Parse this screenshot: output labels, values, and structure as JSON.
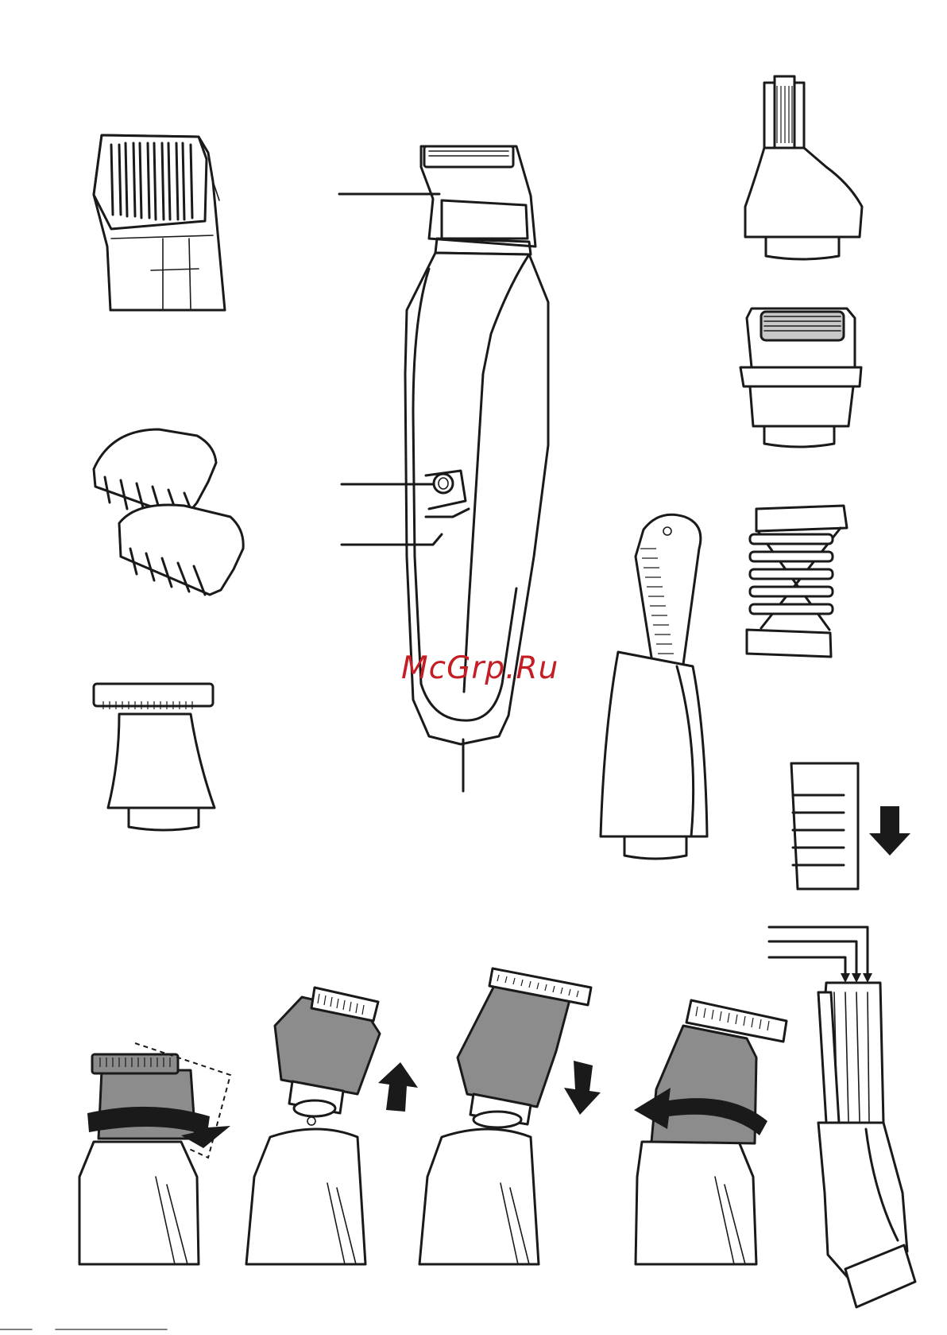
{
  "document": {
    "watermark": "McGrp.Ru"
  },
  "colors": {
    "line": "#1a1a1a",
    "grey_fill": "#8c8c8c",
    "watermark": "#c41e24",
    "background": "#ffffff"
  },
  "figures": [
    {
      "id": "adjustable-comb"
    },
    {
      "id": "trimmer-handle"
    },
    {
      "id": "nose-trimmer-head"
    },
    {
      "id": "foil-shaver-head"
    },
    {
      "id": "body-comb"
    },
    {
      "id": "fixed-combs"
    },
    {
      "id": "detail-trimmer-head"
    },
    {
      "id": "body-groomer-head"
    },
    {
      "id": "comb-attachment-arrow"
    },
    {
      "id": "step-1-rotate-unlock"
    },
    {
      "id": "step-2-lift-off"
    },
    {
      "id": "step-3-attach"
    },
    {
      "id": "step-4-rotate-lock"
    },
    {
      "id": "groomer-with-comb"
    }
  ]
}
